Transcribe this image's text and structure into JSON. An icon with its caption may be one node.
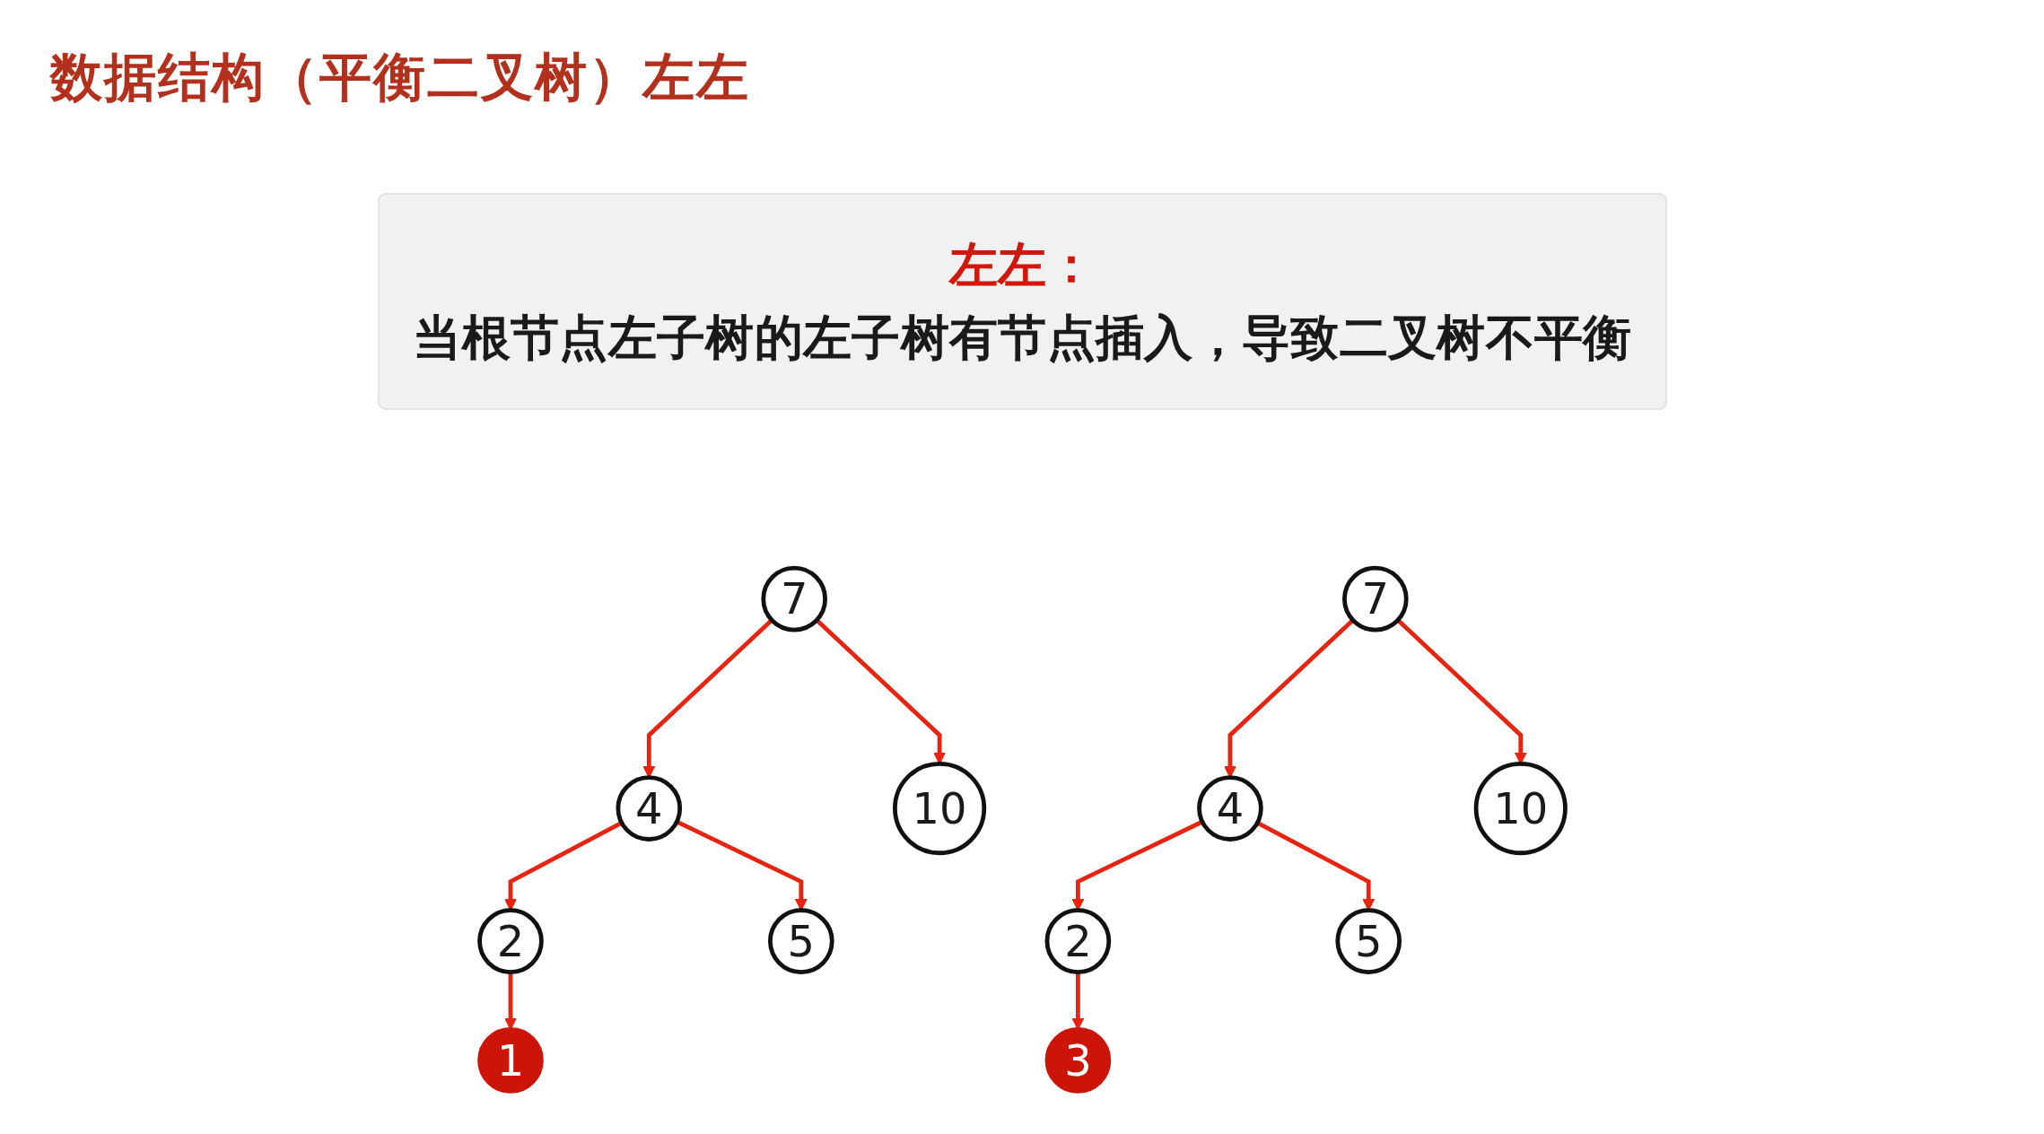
{
  "diagram": {
    "title": "数据结构（平衡二叉树）左左",
    "nodes": [
      {
        "text": [
          "左左：",
          "当根节点左子树的左子树有节点插入，导致二叉树不平衡"
        ]
      },
      {
        "text": [
          "7"
        ]
      },
      {
        "text": [
          "4"
        ]
      },
      {
        "text": [
          "10"
        ]
      },
      {
        "text": [
          "2"
        ]
      },
      {
        "text": [
          "5"
        ]
      },
      {
        "text": [
          "1"
        ]
      },
      {
        "text": [
          "7"
        ]
      },
      {
        "text": [
          "4"
        ]
      },
      {
        "text": [
          "10"
        ]
      },
      {
        "text": [
          "2"
        ]
      },
      {
        "text": [
          "5"
        ]
      },
      {
        "text": [
          "3"
        ]
      }
    ],
    "edges": [
      {
        "from": 1,
        "to": 2,
        "arrow": "to"
      },
      {
        "from": 1,
        "to": 3,
        "arrow": "to"
      },
      {
        "from": 2,
        "to": 4,
        "arrow": "to"
      },
      {
        "from": 2,
        "to": 5,
        "arrow": "to"
      },
      {
        "from": 4,
        "to": 6,
        "arrow": "to"
      },
      {
        "from": 7,
        "to": 8,
        "arrow": "to"
      },
      {
        "from": 7,
        "to": 9,
        "arrow": "to"
      },
      {
        "from": 8,
        "to": 10,
        "arrow": "to"
      },
      {
        "from": 8,
        "to": 11,
        "arrow": "to"
      },
      {
        "from": 10,
        "to": 12,
        "arrow": "to"
      }
    ]
  }
}
